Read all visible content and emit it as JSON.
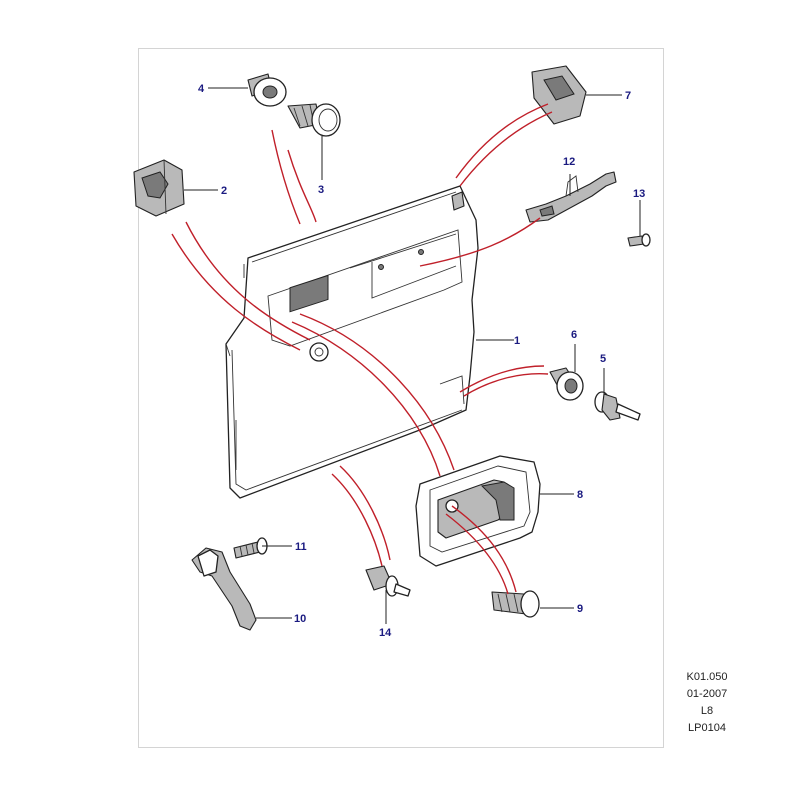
{
  "callouts": {
    "c1": "1",
    "c2": "2",
    "c3": "3",
    "c4": "4",
    "c5": "5",
    "c6": "6",
    "c7": "7",
    "c8": "8",
    "c9": "9",
    "c10": "10",
    "c11": "11",
    "c12": "12",
    "c13": "13",
    "c14": "14"
  },
  "reference": {
    "code": "K01.050",
    "date": "01-2007",
    "section": "L8",
    "plate": "LP0104"
  },
  "colors": {
    "callout_text": "#1a1a80",
    "assembly_lines": "#c0202a",
    "part_fill": "#b9b9b9"
  }
}
